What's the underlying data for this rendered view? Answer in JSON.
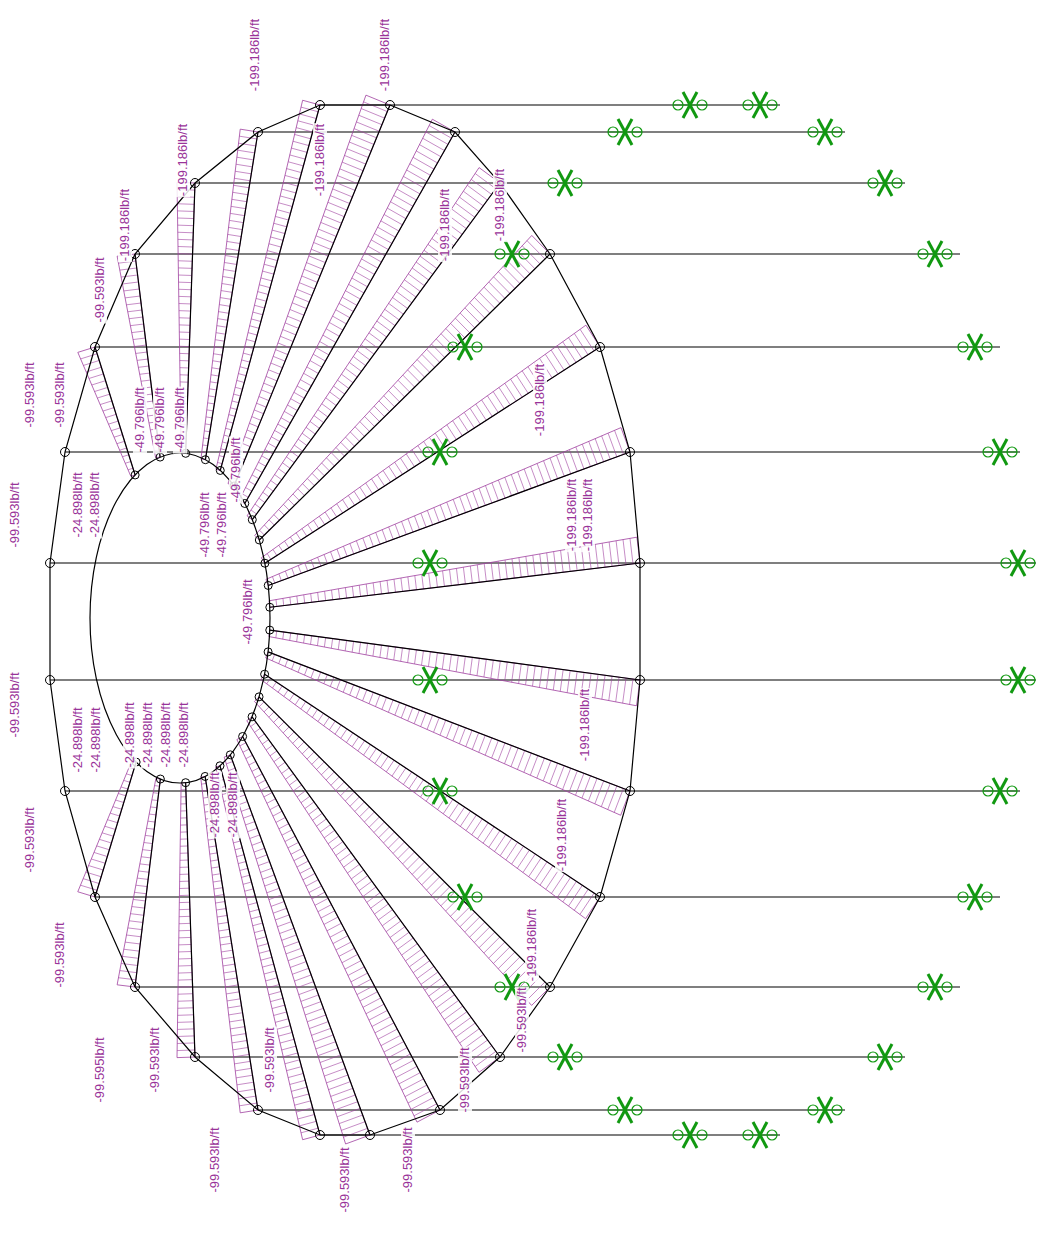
{
  "diagram": {
    "labels": [
      "-199.186lb/ft",
      "-199.186lb/ft",
      "-199.186lb/ft",
      "-199.186lb/ft",
      "-199.186lb/ft",
      "-199.186lb/ft",
      "-199.186lb/ft",
      "-99.593lb/ft",
      "-99.593lb/ft",
      "-99.593lb/ft",
      "-99.593lb/ft",
      "-49.796lb/ft",
      "-49.796lb/ft",
      "-49.796lb/ft",
      "-49.796lb/ft",
      "-199.186lb/ft",
      "-49.796lb/ft",
      "-49.796lb/ft",
      "-49.796lb/ft",
      "-199.186lb/ft",
      "-199.186lb/ft",
      "-24.898lb/ft",
      "-24.898lb/ft",
      "-99.593lb/ft",
      "-24.898lb/ft",
      "-24.898lb/ft",
      "-24.898lb/ft",
      "-24.898lb/ft",
      "-24.898lb/ft",
      "-24.898lb/ft",
      "-24.898lb/ft",
      "-24.898lb/ft",
      "-199.186lb/ft",
      "-99.593lb/ft",
      "-199.186lb/ft",
      "-99.593lb/ft",
      "-199.186lb/ft",
      "-99.595lb/ft",
      "-99.593lb/ft",
      "-99.593lb/ft",
      "-99.593lb/ft",
      "-99.593lb/ft",
      "-99.593lb/ft",
      "-99.593lb/ft",
      "-99.593lb/ft"
    ]
  }
}
